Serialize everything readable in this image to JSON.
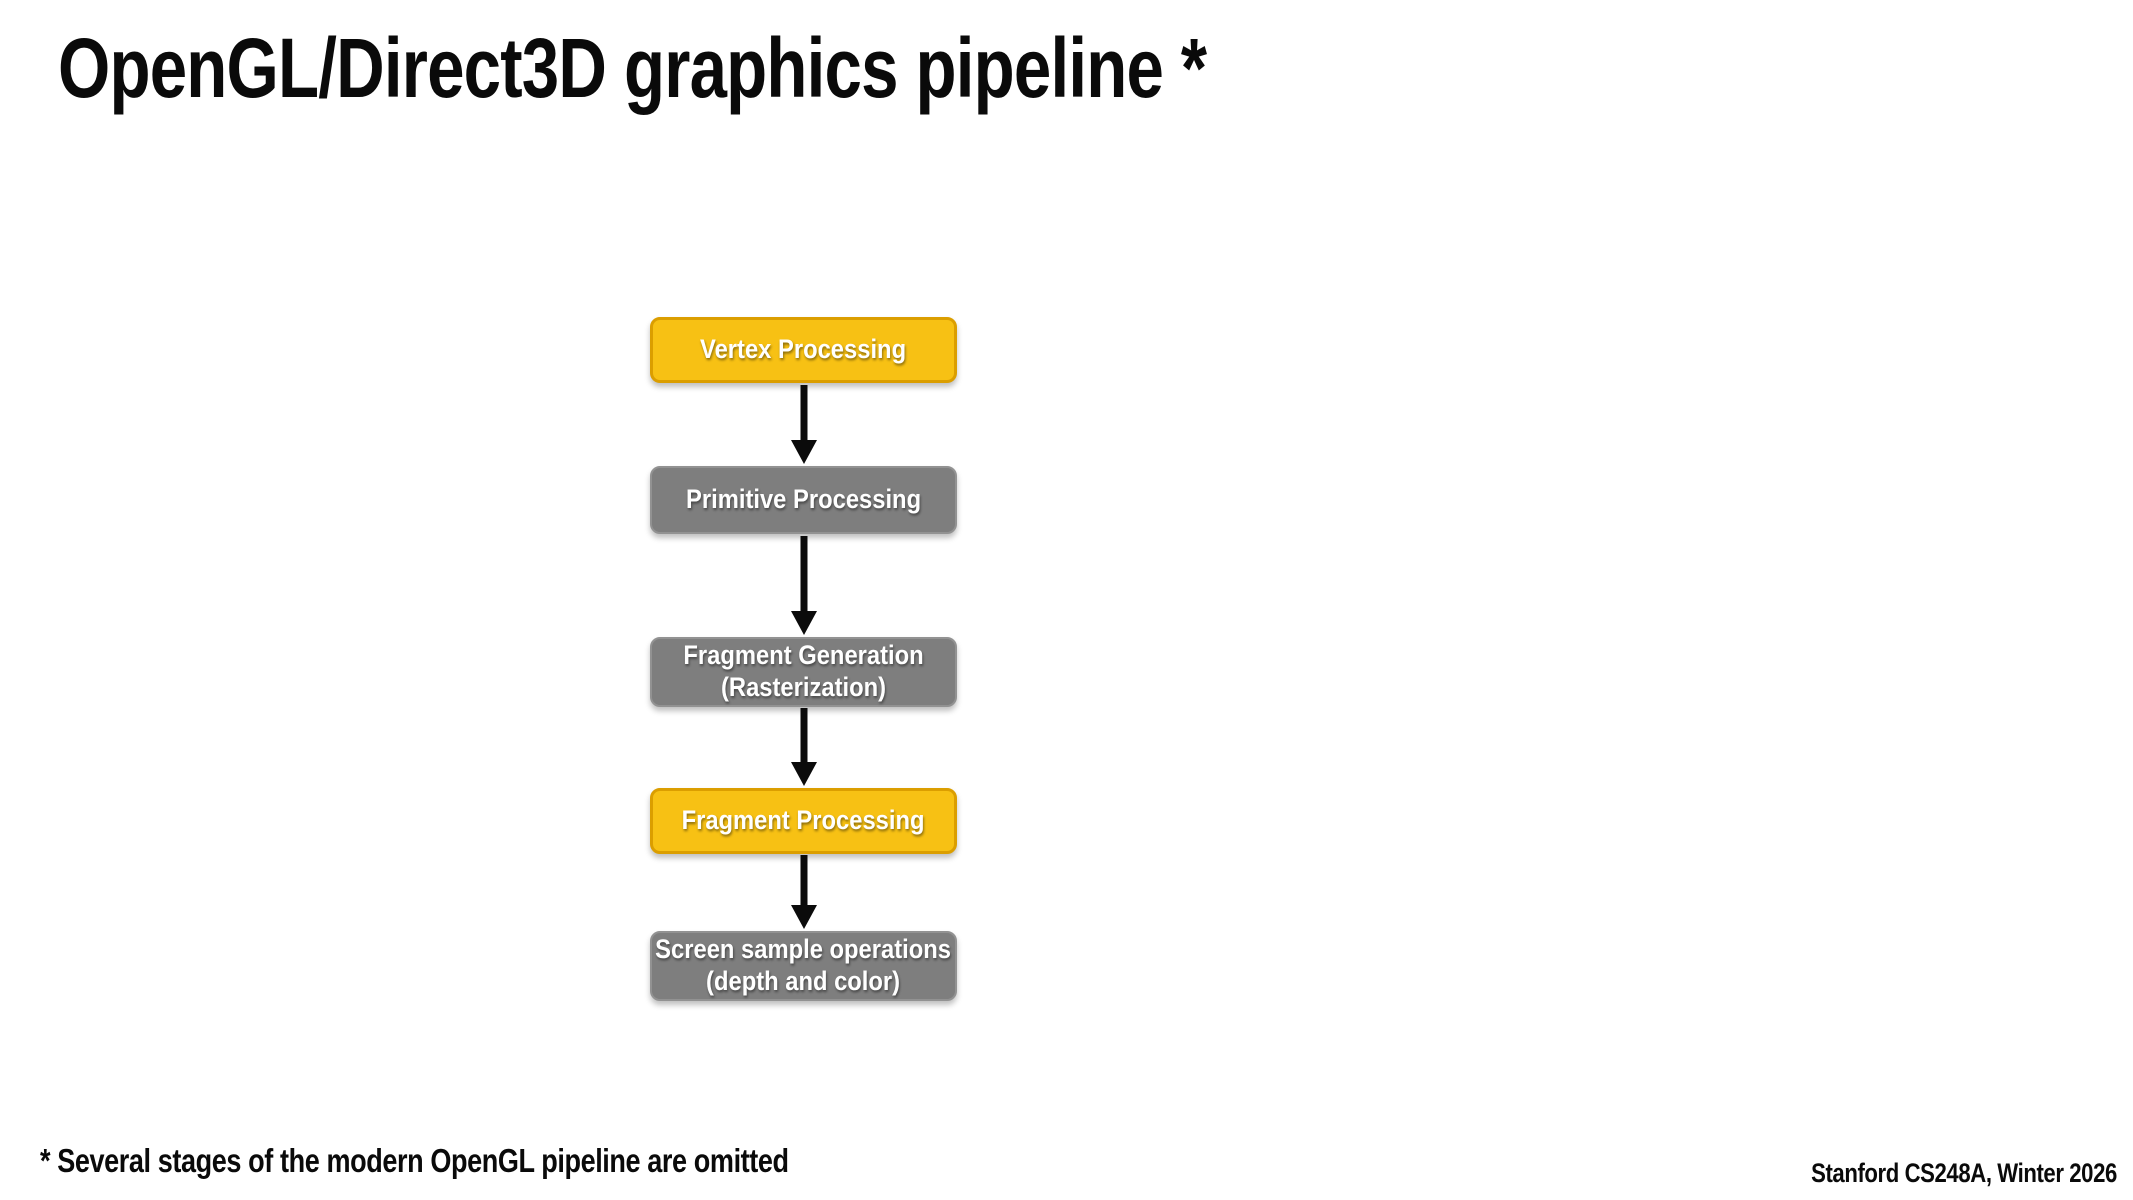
{
  "slide": {
    "title": "OpenGL/Direct3D graphics pipeline *",
    "footnote": "* Several stages of the modern OpenGL pipeline are omitted",
    "credit": "Stanford CS248A, Winter 2026"
  },
  "colors": {
    "background": "#FFFFFF",
    "title_text": "#0A0A0A",
    "highlight_fill": "#F7C114",
    "highlight_border": "#DB9E00",
    "stage_fill": "#7E7E7E",
    "stage_border": "#929292",
    "box_text": "#FFFFFF",
    "arrow": "#0B0B0B"
  },
  "pipeline": {
    "stages": [
      {
        "lines": [
          "Vertex Processing"
        ],
        "highlighted": true
      },
      {
        "lines": [
          "Primitive Processing"
        ],
        "highlighted": false
      },
      {
        "lines": [
          "Fragment Generation",
          "(Rasterization)"
        ],
        "highlighted": false
      },
      {
        "lines": [
          "Fragment Processing"
        ],
        "highlighted": true
      },
      {
        "lines": [
          "Screen sample operations",
          "(depth and color)"
        ],
        "highlighted": false
      }
    ]
  }
}
